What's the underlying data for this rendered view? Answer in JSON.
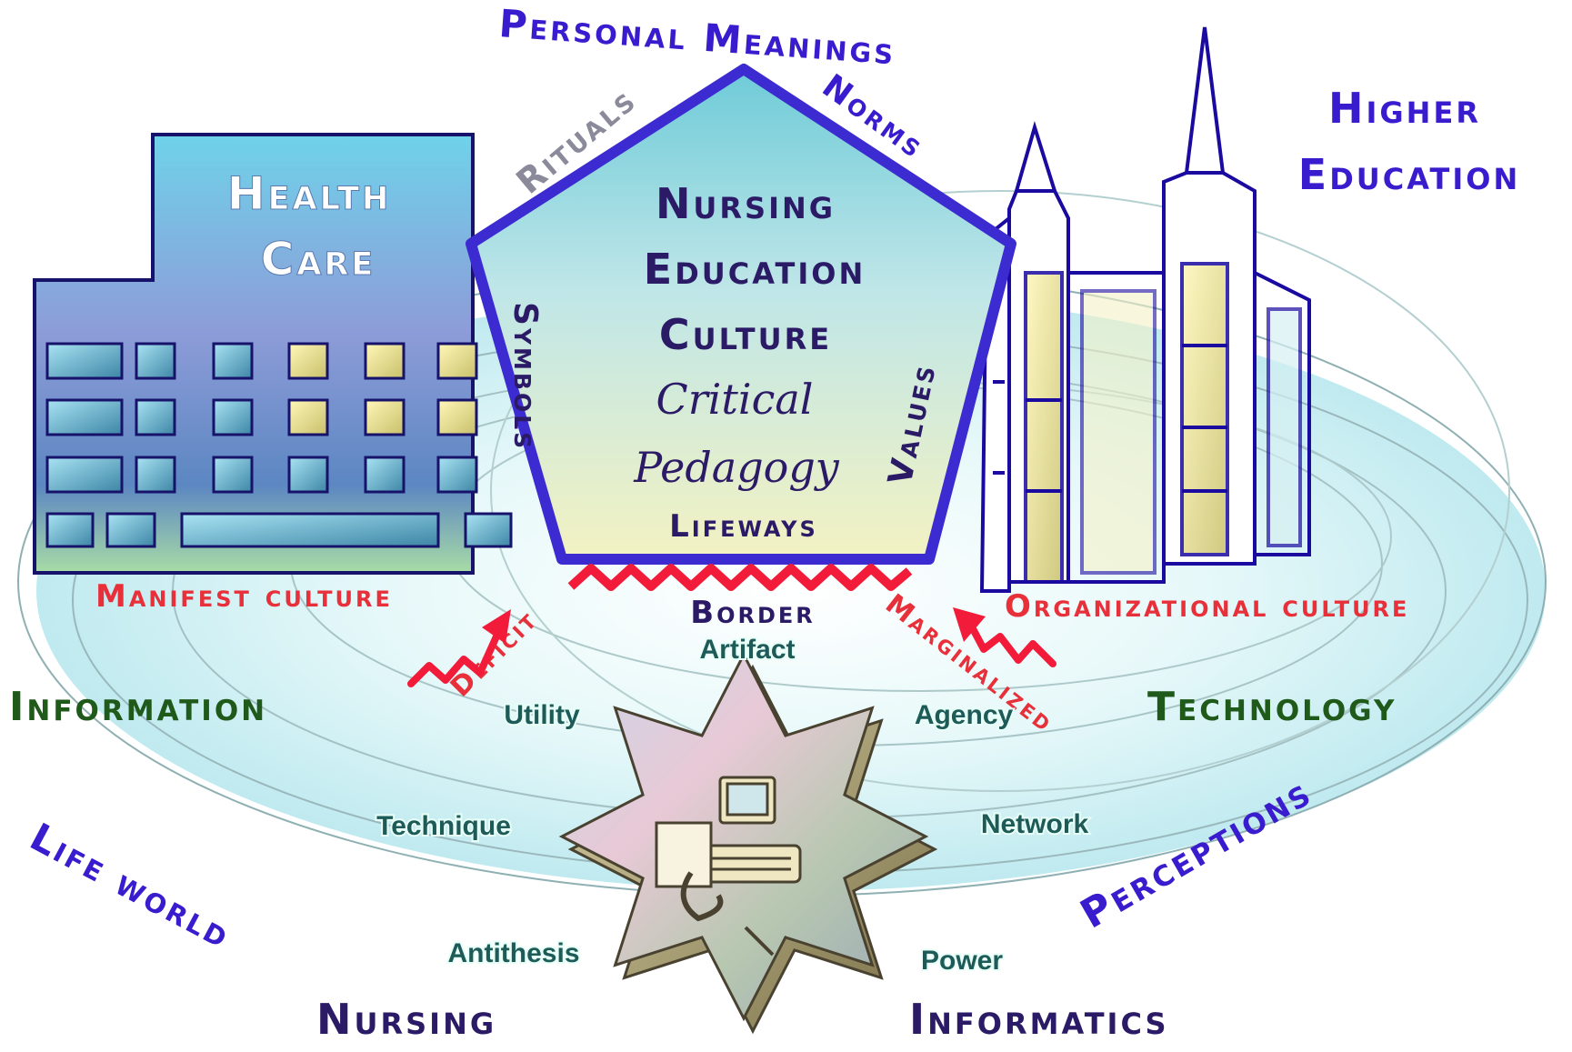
{
  "diagram": {
    "header": {
      "personal_meanings": "Personal Meanings",
      "higher_education": [
        "Higher",
        "Education"
      ]
    },
    "health_care": [
      "Health",
      "Care"
    ],
    "pentagon": {
      "title_lines": [
        "Nursing",
        "Education",
        "Culture"
      ],
      "script_lines": [
        "Critical",
        "Pedagogy"
      ],
      "bottom": "Lifeways",
      "sides": {
        "rituals": "Rituals",
        "norms": "Norms",
        "symbols": "Symbols",
        "values": "Values"
      }
    },
    "border_labels": {
      "manifest": "Manifest culture",
      "border": "Border",
      "organizational": "Organizational culture",
      "deficit": "Deficit",
      "marginalized": "Marginalized"
    },
    "side_labels": {
      "information": "Information",
      "technology": "Technology",
      "life_world": "Life world",
      "perceptions": "Perceptions"
    },
    "star_nodes": {
      "artifact": "Artifact",
      "utility": "Utility",
      "agency": "Agency",
      "technique": "Technique",
      "network": "Network",
      "antithesis": "Antithesis",
      "power": "Power"
    },
    "footer": {
      "nursing": "Nursing",
      "informatics": "Informatics"
    },
    "colors": {
      "label_blue": "#3a1ccf",
      "label_green": "#1f5a1a",
      "border_red": "#e8303a",
      "pentagon_stroke": "#3b2bd0",
      "building_stroke": "#1a0aa0"
    },
    "icons": [
      "hospital-building-icon",
      "cathedral-tower-icon",
      "computer-phone-icon",
      "arrow-icon"
    ]
  }
}
